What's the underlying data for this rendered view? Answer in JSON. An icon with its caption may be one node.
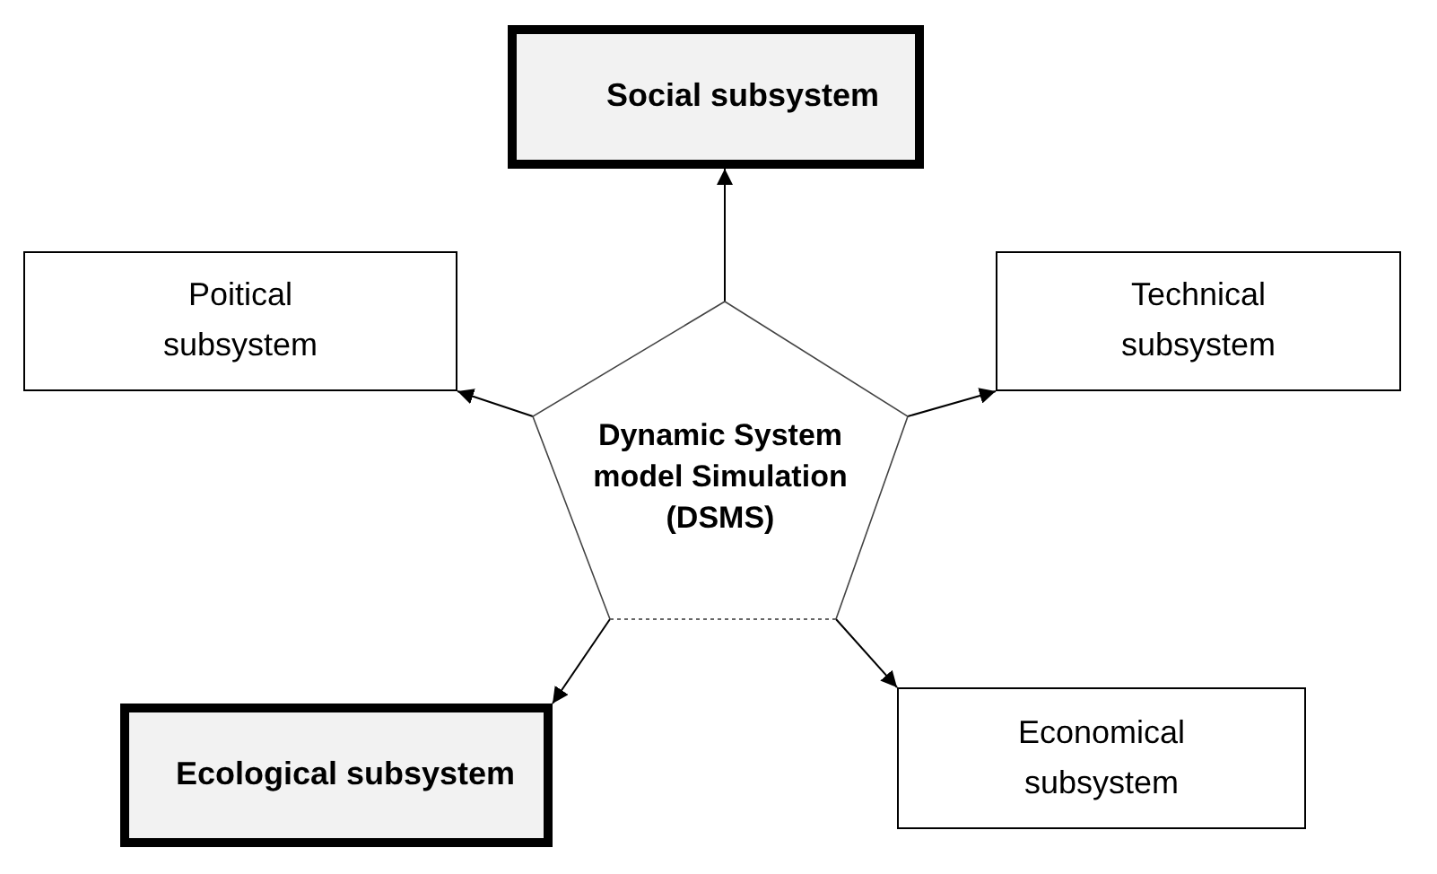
{
  "diagram": {
    "nodes": [
      {
        "text": [
          "Social subsystem"
        ]
      },
      {
        "text": [
          "Poitical subsystem"
        ]
      },
      {
        "text": [
          "Technical subsystem"
        ]
      },
      {
        "text": [
          "Dynamic System model Simulation (DSMS)"
        ]
      },
      {
        "text": [
          "Ecological subsystem"
        ]
      },
      {
        "text": [
          "Economical subsystem"
        ]
      }
    ],
    "edges": [
      {
        "from": 3,
        "to": 0,
        "arrow": "to"
      },
      {
        "from": 3,
        "to": 1,
        "arrow": "to"
      },
      {
        "from": 3,
        "to": 2,
        "arrow": "to"
      },
      {
        "from": 3,
        "to": 4,
        "arrow": "to"
      },
      {
        "from": 3,
        "to": 5,
        "arrow": "to"
      }
    ]
  }
}
